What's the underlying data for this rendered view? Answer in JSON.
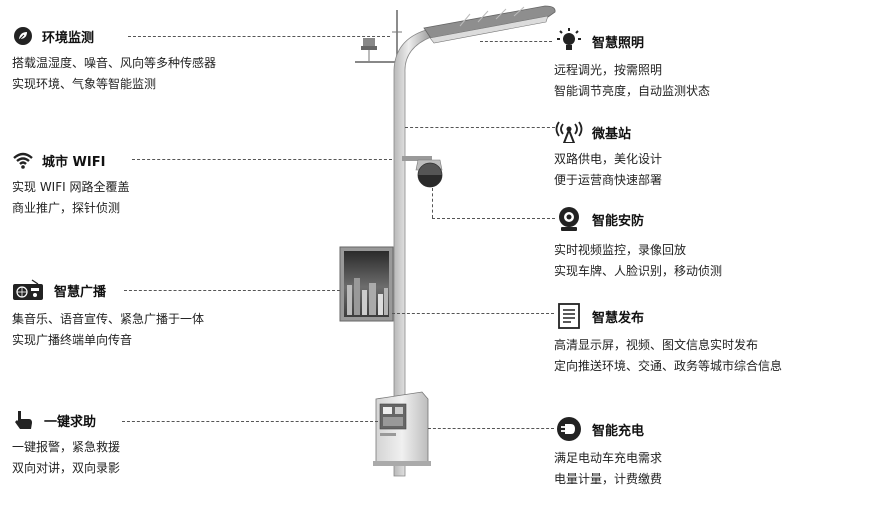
{
  "features": {
    "env": {
      "title": "环境监测",
      "lines": [
        "搭载温湿度、噪音、风向等多种传感器",
        "实现环境、气象等智能监测"
      ],
      "icon": "leaf-icon"
    },
    "wifi": {
      "title": "城市 WIFI",
      "lines": [
        "实现 WIFI 网路全覆盖",
        "商业推广，探针侦测"
      ],
      "icon": "wifi-icon"
    },
    "broadcast": {
      "title": "智慧广播",
      "lines": [
        "集音乐、语音宣传、紧急广播于一体",
        "实现广播终端单向传音"
      ],
      "icon": "radio-icon"
    },
    "sos": {
      "title": "一键求助",
      "lines": [
        "一键报警，紧急救援",
        "双向对讲，双向录影"
      ],
      "icon": "hand-pointer-icon"
    },
    "lighting": {
      "title": "智慧照明",
      "lines": [
        "远程调光，按需照明",
        "智能调节亮度，自动监测状态"
      ],
      "icon": "lightbulb-icon"
    },
    "microstation": {
      "title": "微基站",
      "lines": [
        "双路供电，美化设计",
        "便于运营商快速部署"
      ],
      "icon": "antenna-icon"
    },
    "security": {
      "title": "智能安防",
      "lines": [
        "实时视频监控，录像回放",
        "实现车牌、人脸识别，移动侦测"
      ],
      "icon": "camera-icon"
    },
    "publish": {
      "title": "智慧发布",
      "lines": [
        "高清显示屏，视频、图文信息实时发布",
        "定向推送环境、交通、政务等城市综合信息"
      ],
      "icon": "document-icon"
    },
    "charging": {
      "title": "智能充电",
      "lines": [
        "满足电动车充电需求",
        "电量计量，计费缴费"
      ],
      "icon": "plug-icon"
    }
  }
}
